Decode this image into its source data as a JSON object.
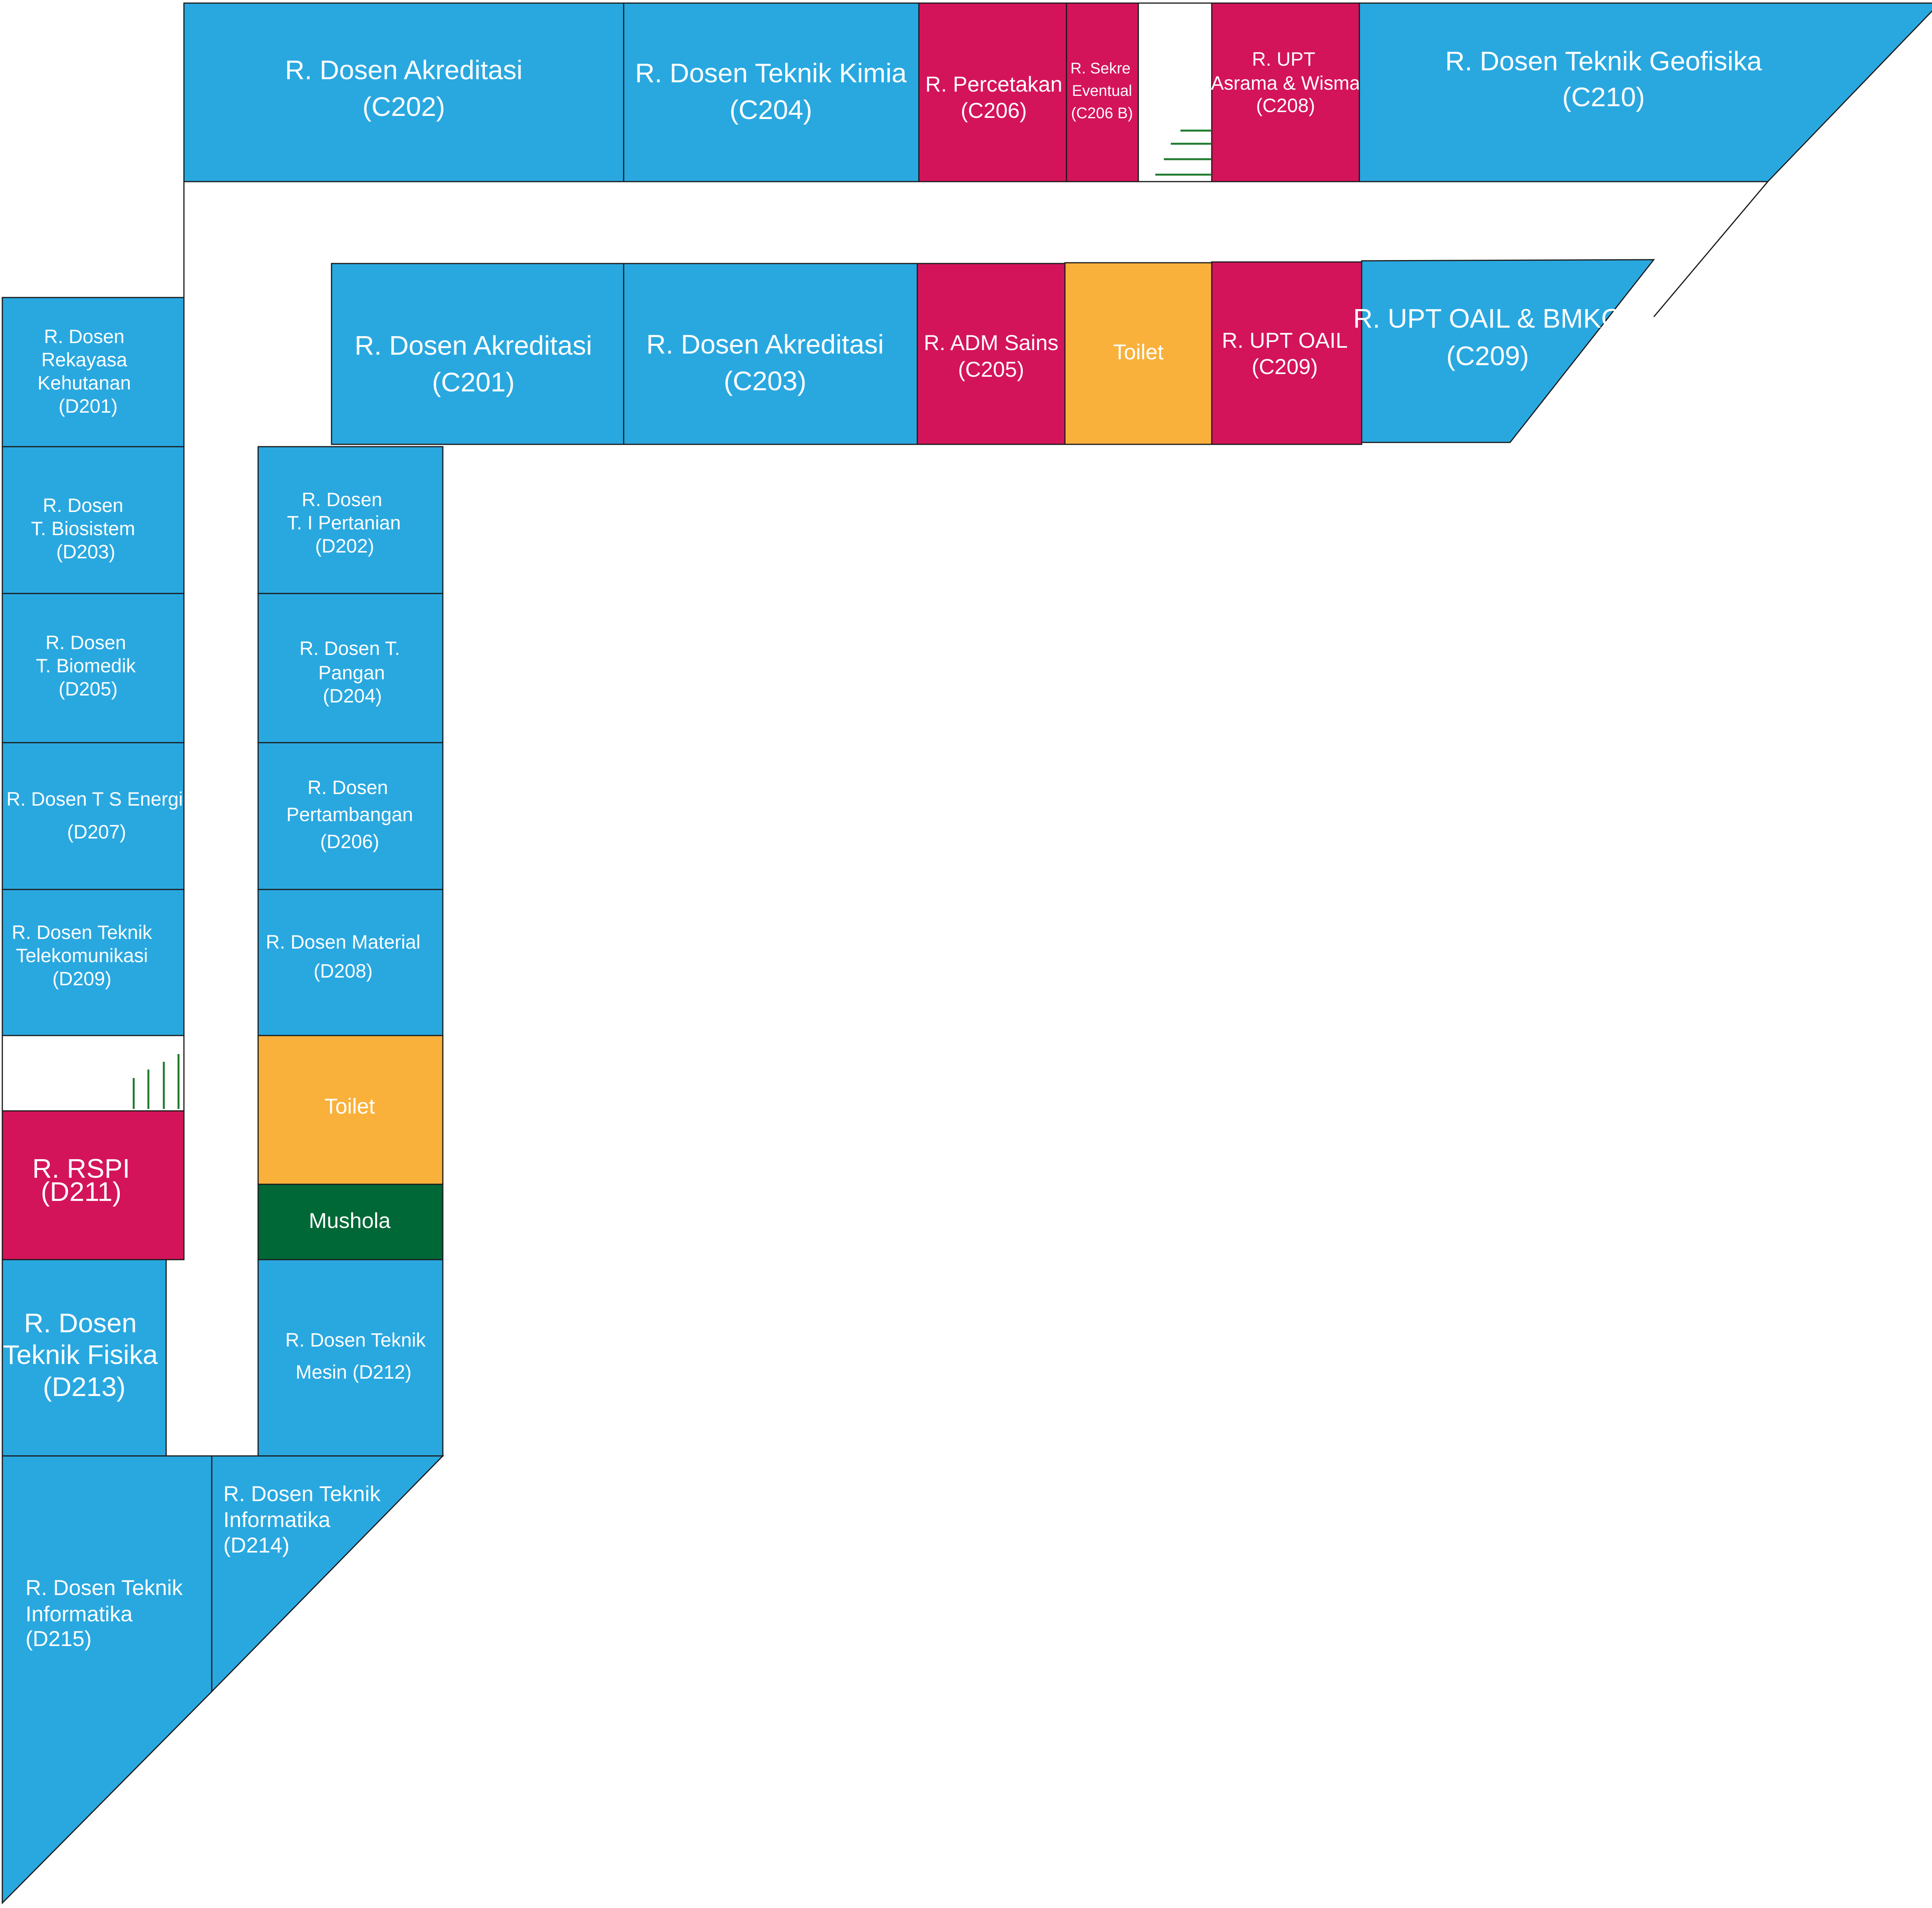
{
  "colors": {
    "office": "#29A8E0",
    "admin": "#D4145A",
    "toilet": "#F9B13C",
    "mushola": "#006837",
    "stairs": "#1e7a2e",
    "background": "#ffffff"
  },
  "rooms": {
    "c202": {
      "l1": "R. Dosen Akreditasi",
      "l2": "(C202)"
    },
    "c204": {
      "l1": "R. Dosen Teknik Kimia",
      "l2": "(C204)"
    },
    "c206": {
      "l1": "R. Percetakan",
      "l2": "(C206)"
    },
    "c206b": {
      "l1": "R. Sekre",
      "l2": "Eventual",
      "l3": "(C206 B)"
    },
    "c208": {
      "l1": "R. UPT",
      "l2": "Asrama & Wisma",
      "l3": "(C208)"
    },
    "c210": {
      "l1": "R. Dosen Teknik Geofisika",
      "l2": "(C210)"
    },
    "c201": {
      "l1": "R. Dosen Akreditasi",
      "l2": "(C201)"
    },
    "c203": {
      "l1": "R. Dosen Akreditasi",
      "l2": "(C203)"
    },
    "c205": {
      "l1": "R. ADM Sains",
      "l2": "(C205)"
    },
    "toilet_c": {
      "l1": "Toilet"
    },
    "c209a": {
      "l1": "R. UPT OAIL",
      "l2": "(C209)"
    },
    "c209b": {
      "l1": "R. UPT OAIL & BMKG",
      "l2": "(C209)"
    },
    "d201": {
      "l1": "R. Dosen",
      "l2": "Rekayasa",
      "l3": "Kehutanan",
      "l4": "(D201)"
    },
    "d203": {
      "l1": "R. Dosen",
      "l2": "T. Biosistem",
      "l3": "(D203)"
    },
    "d205": {
      "l1": "R. Dosen",
      "l2": "T. Biomedik",
      "l3": "(D205)"
    },
    "d207": {
      "l1": "R. Dosen T S Energi",
      "l2": "(D207)"
    },
    "d209": {
      "l1": "R. Dosen Teknik",
      "l2": "Telekomunikasi",
      "l3": "(D209)"
    },
    "d211": {
      "l1": "R. RSPI",
      "l2": "(D211)"
    },
    "d213": {
      "l1": "R. Dosen",
      "l2": "Teknik Fisika",
      "l3": "(D213)"
    },
    "d215": {
      "l1": "R. Dosen Teknik",
      "l2": "Informatika",
      "l3": "(D215)"
    },
    "d202": {
      "l1": "R. Dosen",
      "l2": "T. I Pertanian",
      "l3": "(D202)"
    },
    "d204": {
      "l1": "R. Dosen T.",
      "l2": "Pangan",
      "l3": "(D204)"
    },
    "d206": {
      "l1": "R. Dosen",
      "l2": "Pertambangan",
      "l3": "(D206)"
    },
    "d208": {
      "l1": "R. Dosen Material",
      "l2": "(D208)"
    },
    "toilet_d": {
      "l1": "Toilet"
    },
    "mushola": {
      "l1": "Mushola"
    },
    "d212": {
      "l1": "R. Dosen Teknik",
      "l2": "Mesin (D212)"
    },
    "d214": {
      "l1": "R. Dosen Teknik",
      "l2": "Informatika",
      "l3": "(D214)"
    }
  }
}
